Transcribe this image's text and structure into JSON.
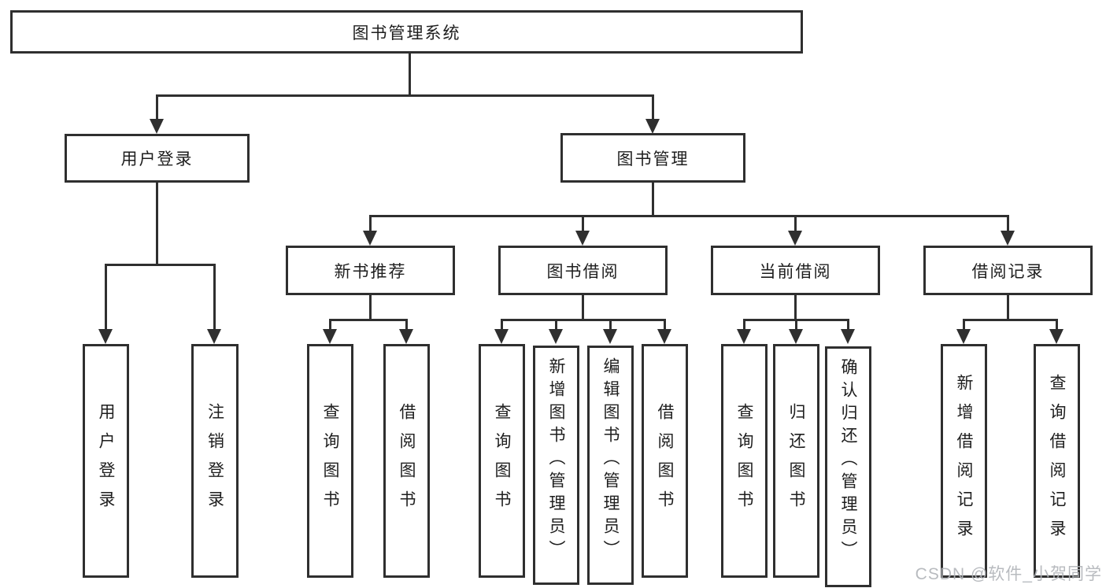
{
  "diagram": {
    "root": {
      "label": "图书管理系统"
    },
    "level2": [
      {
        "label": "用户登录",
        "children": [
          {
            "label": "用户登录"
          },
          {
            "label": "注销登录"
          }
        ]
      },
      {
        "label": "图书管理",
        "children": [
          {
            "label": "新书推荐",
            "children": [
              {
                "label": "查询图书"
              },
              {
                "label": "借阅图书"
              }
            ]
          },
          {
            "label": "图书借阅",
            "children": [
              {
                "label": "查询图书"
              },
              {
                "label": "新增图书（管理员）"
              },
              {
                "label": "编辑图书（管理员）"
              },
              {
                "label": "借阅图书"
              }
            ]
          },
          {
            "label": "当前借阅",
            "children": [
              {
                "label": "查询图书"
              },
              {
                "label": "归还图书"
              },
              {
                "label": "确认归还（管理员）"
              }
            ]
          },
          {
            "label": "借阅记录",
            "children": [
              {
                "label": "新增借阅记录"
              },
              {
                "label": "查询借阅记录"
              }
            ]
          }
        ]
      }
    ]
  },
  "watermark": {
    "text": "CSDN @软件_小贺同学"
  },
  "colors": {
    "line": "#2f2f2f",
    "text": "#1e1e1e",
    "watermark": "#b1b4b9",
    "background": "#ffffff"
  }
}
